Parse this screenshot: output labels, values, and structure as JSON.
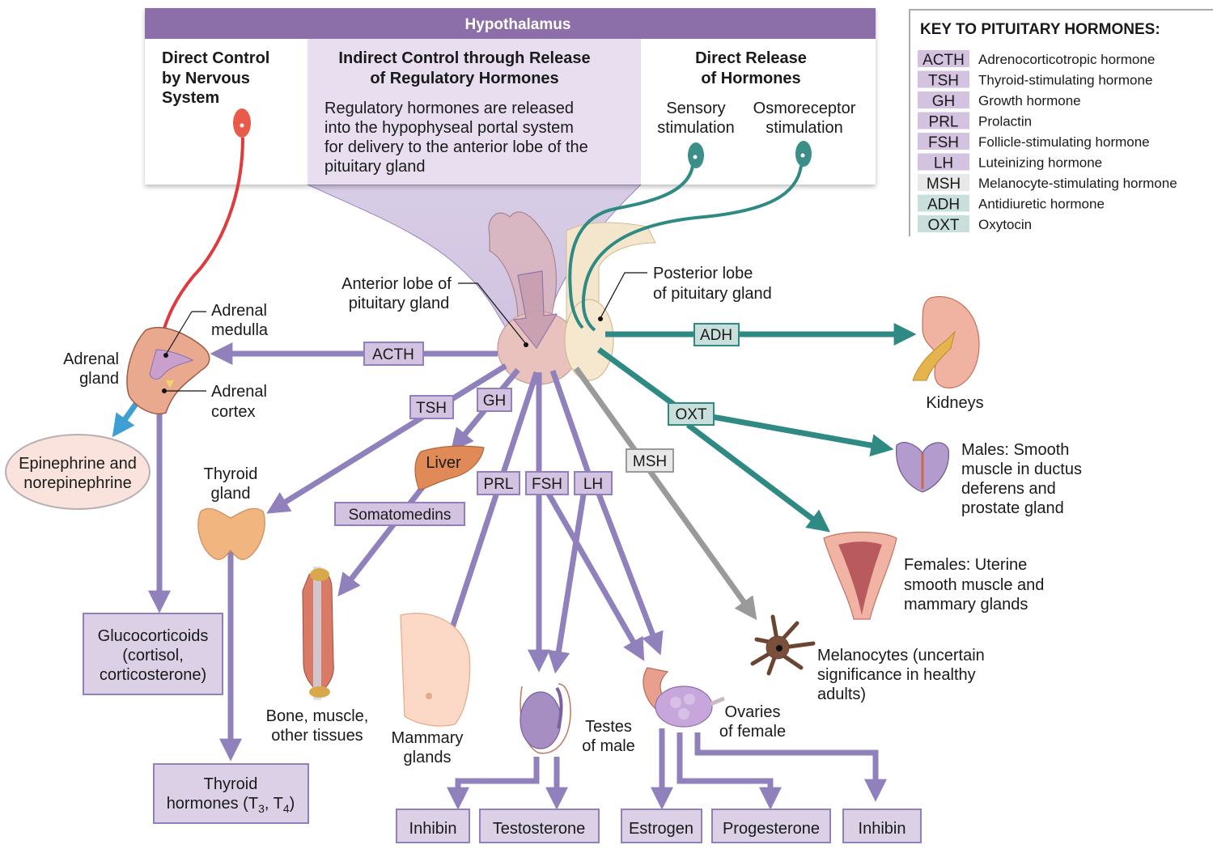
{
  "colors": {
    "header_bar": "#8c6fa8",
    "indirect_panel": "#e8def0",
    "purple_arrow": "#9080bb",
    "purple_tag": "#d4c3e0",
    "teal_arrow": "#2e8a82",
    "teal_tag": "#c8dfdc",
    "gray_arrow": "#9a9a9a",
    "gray_tag": "#e8e8e8",
    "red_neuron": "#e0393e",
    "blue_arrow": "#3d9fd2",
    "hormone_box": "#dcd0e6",
    "hormone_box_border": "#9080bb",
    "epinephrine_fill": "#fbe3dd"
  },
  "hypothalamus": {
    "title": "Hypothalamus",
    "direct_control": [
      "Direct Control",
      "by Nervous",
      "System"
    ],
    "indirect_control": {
      "heading": [
        "Indirect Control through Release",
        "of Regulatory Hormones"
      ],
      "body": [
        "Regulatory hormones are released",
        "into the hypophyseal portal system",
        "for delivery to the anterior lobe of the",
        "pituitary gland"
      ]
    },
    "direct_release": {
      "heading": [
        "Direct Release",
        "of Hormones"
      ],
      "sensory": [
        "Sensory",
        "stimulation"
      ],
      "osmoreceptor": [
        "Osmoreceptor",
        "stimulation"
      ]
    }
  },
  "key": {
    "title": "KEY TO PITUITARY HORMONES:",
    "items": [
      {
        "abbr": "ACTH",
        "name": "Adrenocorticotropic hormone",
        "group": "purple"
      },
      {
        "abbr": "TSH",
        "name": "Thyroid-stimulating hormone",
        "group": "purple"
      },
      {
        "abbr": "GH",
        "name": "Growth hormone",
        "group": "purple"
      },
      {
        "abbr": "PRL",
        "name": "Prolactin",
        "group": "purple"
      },
      {
        "abbr": "FSH",
        "name": "Follicle-stimulating hormone",
        "group": "purple"
      },
      {
        "abbr": "LH",
        "name": "Luteinizing hormone",
        "group": "purple"
      },
      {
        "abbr": "MSH",
        "name": "Melanocyte-stimulating hormone",
        "group": "gray"
      },
      {
        "abbr": "ADH",
        "name": "Antidiuretic hormone",
        "group": "teal"
      },
      {
        "abbr": "OXT",
        "name": "Oxytocin",
        "group": "teal"
      }
    ]
  },
  "labels": {
    "anterior_lobe": [
      "Anterior lobe of",
      "pituitary gland"
    ],
    "posterior_lobe": [
      "Posterior lobe",
      "of pituitary gland"
    ],
    "adrenal_gland": [
      "Adrenal",
      "gland"
    ],
    "adrenal_medulla": [
      "Adrenal",
      "medulla"
    ],
    "adrenal_cortex": [
      "Adrenal",
      "cortex"
    ],
    "epinephrine": [
      "Epinephrine and",
      "norepinephrine"
    ],
    "thyroid_gland": [
      "Thyroid",
      "gland"
    ],
    "liver": "Liver",
    "somatomedins": "Somatomedins",
    "bone_muscle": [
      "Bone, muscle,",
      "other tissues"
    ],
    "mammary": [
      "Mammary",
      "glands"
    ],
    "testes": [
      "Testes",
      "of male"
    ],
    "ovaries": [
      "Ovaries",
      "of female"
    ],
    "kidneys": "Kidneys",
    "males": [
      "Males: Smooth",
      "muscle in ductus",
      "deferens and",
      "prostate gland"
    ],
    "females": [
      "Females: Uterine",
      "smooth muscle and",
      "mammary glands"
    ],
    "melanocytes": [
      "Melanocytes (uncertain",
      "significance in healthy",
      "adults)"
    ]
  },
  "arrow_tags": {
    "acth": "ACTH",
    "tsh": "TSH",
    "gh": "GH",
    "prl": "PRL",
    "fsh": "FSH",
    "lh": "LH",
    "msh": "MSH",
    "adh": "ADH",
    "oxt": "OXT"
  },
  "products": {
    "glucocorticoids": [
      "Glucocorticoids",
      "(cortisol,",
      "corticosterone)"
    ],
    "thyroid_hormones": {
      "line1": "Thyroid",
      "prefix": "hormones (T",
      "sub1": "3",
      "mid": ", T",
      "sub2": "4",
      "suffix": ")"
    },
    "inhibin_male": "Inhibin",
    "testosterone": "Testosterone",
    "estrogen": "Estrogen",
    "progesterone": "Progesterone",
    "inhibin_female": "Inhibin"
  }
}
